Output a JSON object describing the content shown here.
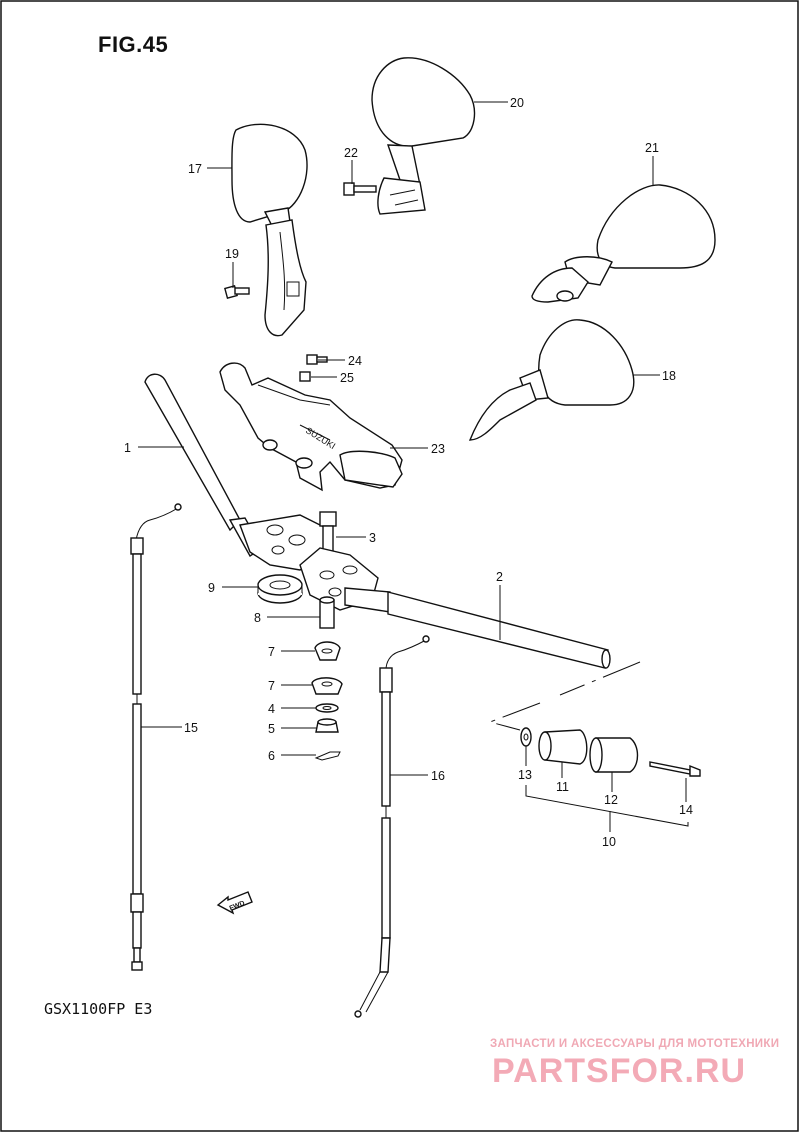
{
  "figure": {
    "title": "FIG.45",
    "model": "GSX1100FP  E3"
  },
  "arrow_label": "FWD",
  "watermark": {
    "caption": "ЗАПЧАСТИ И АКСЕССУАРЫ ДЛЯ МОТОТЕХНИКИ",
    "logo": "PARTSFOR.RU"
  },
  "callouts": {
    "c1": "1",
    "c2": "2",
    "c3": "3",
    "c4": "4",
    "c5": "5",
    "c6": "6",
    "c7a": "7",
    "c7b": "7",
    "c8": "8",
    "c9": "9",
    "c10": "10",
    "c11": "11",
    "c12": "12",
    "c13": "13",
    "c14": "14",
    "c15": "15",
    "c16": "16",
    "c17": "17",
    "c18": "18",
    "c19": "19",
    "c20": "20",
    "c21": "21",
    "c22": "22",
    "c23": "23",
    "c24": "24",
    "c25": "25"
  },
  "colors": {
    "line": "#111111",
    "paper": "#ffffff",
    "watermark": "#f3aab6"
  }
}
